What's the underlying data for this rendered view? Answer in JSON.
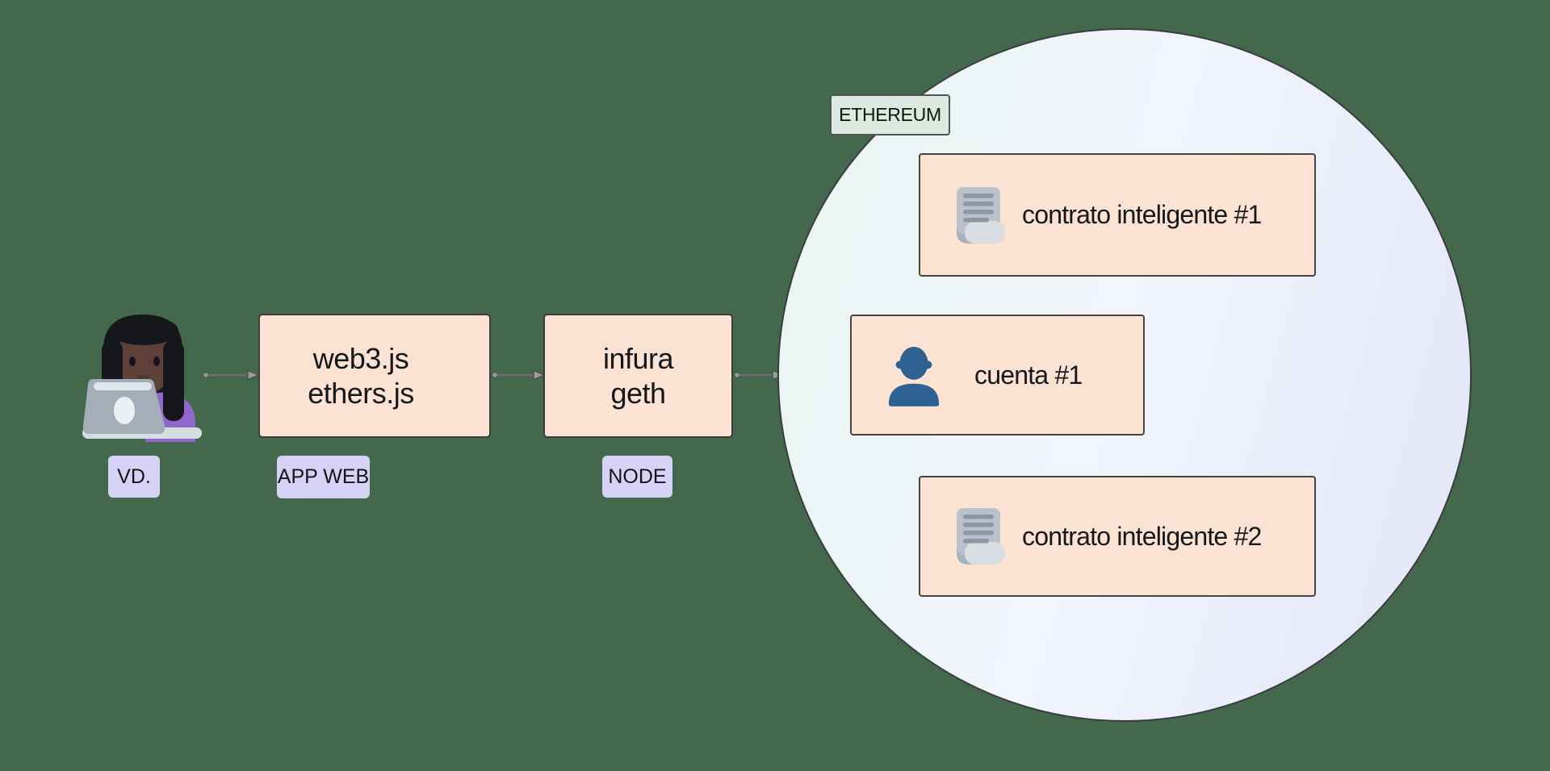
{
  "diagram_title": "",
  "colors": {
    "background": "#44684c",
    "process_box_fill": "#fbe2d2",
    "process_box_border": "#3f3d3b",
    "tag_fill": "#d5d2f6",
    "network_tag_fill": "#dce8e0",
    "circle_gradient_start": "#e9f5f1",
    "circle_gradient_end": "#e1e5f7",
    "arrow_gray": "#6e6e6e",
    "account_icon_blue": "#2e6191",
    "scroll_icon_gray": "#b9c2cb",
    "emoji_shirt_purple": "#9266cc"
  },
  "actor": {
    "emoji": "woman-technologist-dark-skin-tone",
    "tag": "VD."
  },
  "nodes": {
    "app_web": {
      "lines": [
        "web3.js",
        "ethers.js"
      ],
      "tag": "APP WEB"
    },
    "node": {
      "lines": [
        "infura",
        "geth"
      ],
      "tag": "NODE"
    }
  },
  "network": {
    "tag": "ETHEREUM",
    "items": [
      {
        "icon": "scroll-icon",
        "label": "contrato inteligente #1"
      },
      {
        "icon": "person-icon",
        "label": "cuenta #1"
      },
      {
        "icon": "scroll-icon",
        "label": "contrato inteligente #2"
      }
    ]
  }
}
